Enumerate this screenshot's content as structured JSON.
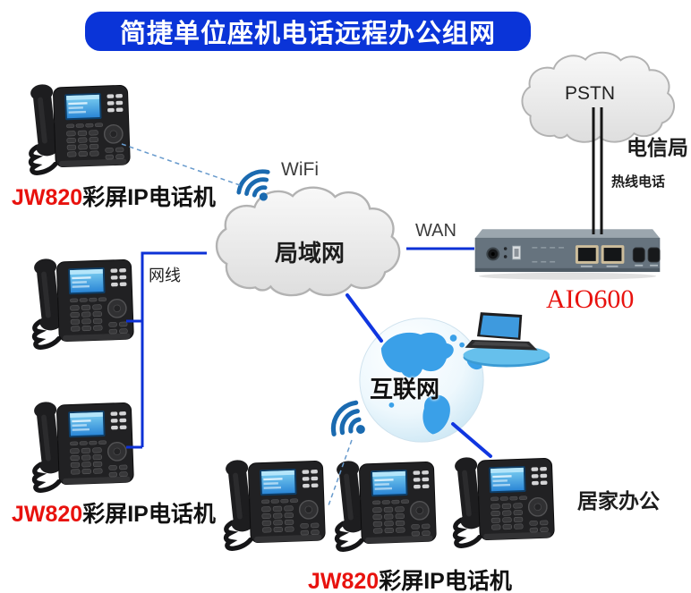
{
  "title": "简捷单位座机电话远程办公组网",
  "network": {
    "pstn_label": "PSTN",
    "telecom_office_label": "电信局",
    "hotline_label": "热线电话",
    "wifi_label": "WiFi",
    "lan_label": "局域网",
    "wan_label": "WAN",
    "ethernet_cable_label": "网线",
    "internet_label": "互联网",
    "home_office_label": "居家办公",
    "gateway_model": "AIO600"
  },
  "phones": {
    "model": "JW820",
    "description": "彩屏IP电话机"
  },
  "colors": {
    "banner_blue": "#0a34d8",
    "connector_blue": "#0d31d6",
    "dashed_blue": "#6699cc",
    "pstn_line_black": "#161616",
    "model_red": "#e8120e",
    "wifi_icon_blue": "#1a6ab0"
  }
}
